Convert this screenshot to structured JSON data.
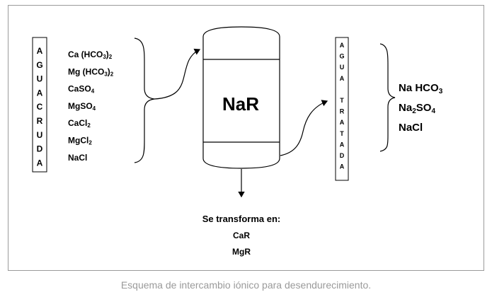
{
  "raw_water": {
    "letters": [
      "A",
      "G",
      "U",
      "A",
      "C",
      "R",
      "U",
      "D",
      "A"
    ],
    "compounds": [
      {
        "base": "Ca (HCO",
        "sub": "3",
        "after": ")",
        "sub2": "2",
        "tail": ""
      },
      {
        "base": "Mg (HCO",
        "sub": "3",
        "after": ")",
        "sub2": "2",
        "tail": ""
      },
      {
        "base": "CaSO",
        "sub": "4",
        "after": "",
        "sub2": "",
        "tail": ""
      },
      {
        "base": "MgSO",
        "sub": "4",
        "after": "",
        "sub2": "",
        "tail": ""
      },
      {
        "base": "CaCl",
        "sub": "2",
        "after": "",
        "sub2": "",
        "tail": ""
      },
      {
        "base": "MgCl",
        "sub": "2",
        "after": "",
        "sub2": "",
        "tail": ""
      },
      {
        "base": "NaCl",
        "sub": "",
        "after": "",
        "sub2": "",
        "tail": ""
      }
    ]
  },
  "resin_label": "NaR",
  "treated_water": {
    "letters": [
      "A",
      "G",
      "U",
      "A",
      "",
      "T",
      "R",
      "A",
      "T",
      "A",
      "D",
      "A"
    ],
    "compounds": [
      {
        "base": "Na HCO",
        "sub": "3",
        "after": "",
        "sub2": "",
        "tail": ""
      },
      {
        "base": "Na",
        "sub": "2",
        "after": "SO",
        "sub2": "4",
        "tail": ""
      },
      {
        "base": "NaCl",
        "sub": "",
        "after": "",
        "sub2": "",
        "tail": ""
      }
    ]
  },
  "output": {
    "heading": "Se transforma en:",
    "items": [
      "CaR",
      "MgR"
    ]
  },
  "caption": "Esquema de intercambio iónico para desendurecimiento."
}
